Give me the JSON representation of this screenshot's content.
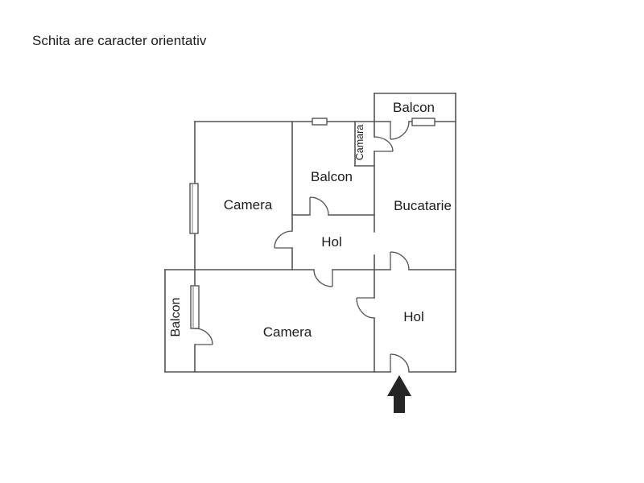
{
  "title": "Schita are caracter orientativ",
  "colors": {
    "wall": "#545454",
    "text": "#1c1c1c",
    "arrow": "#262626",
    "background": "#ffffff"
  },
  "floorplan": {
    "rooms": {
      "balcon_top": {
        "label": "Balcon"
      },
      "bucatarie": {
        "label": "Bucatarie"
      },
      "camara": {
        "label": "Camara"
      },
      "balcon_mid": {
        "label": "Balcon"
      },
      "camera_top": {
        "label": "Camera"
      },
      "hol_mid": {
        "label": "Hol"
      },
      "hol_entry": {
        "label": "Hol"
      },
      "camera_bottom": {
        "label": "Camera"
      },
      "balcon_left": {
        "label": "Balcon"
      }
    },
    "entrance_icon": "arrow-up"
  }
}
